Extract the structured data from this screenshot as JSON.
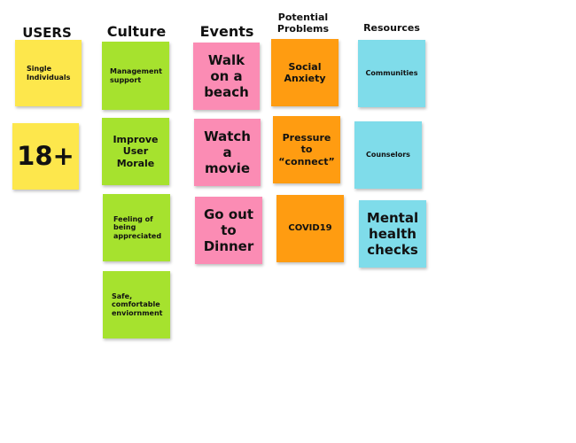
{
  "headers": {
    "users": "USERS",
    "culture": "Culture",
    "events": "Events",
    "potential_problems": "Potential\nProblems",
    "resources": "Resources"
  },
  "users": {
    "single_individuals": "Single\nIndividuals",
    "age": "18+"
  },
  "culture": {
    "management_support": "Management\nsupport",
    "improve_morale": "Improve\nUser\nMorale",
    "feeling_appreciated": "Feeling of\nbeing\nappreciated",
    "safe_environment": "Safe,\ncomfortable\nenviornment"
  },
  "events": {
    "beach": "Walk\non a\nbeach",
    "movie": "Watch\na\nmovie",
    "dinner": "Go out\nto\nDinner"
  },
  "problems": {
    "social_anxiety": "Social\nAnxiety",
    "pressure_connect": "Pressure\nto\n“connect”",
    "covid": "COVID19"
  },
  "resources": {
    "communities": "Communities",
    "counselors": "Counselors",
    "mental_health": "Mental\nhealth\nchecks"
  },
  "colors": {
    "yellow": "#fde74c",
    "green": "#a6e22e",
    "pink": "#fb8cb4",
    "orange": "#ff9c11",
    "cyan": "#7fdcea"
  }
}
